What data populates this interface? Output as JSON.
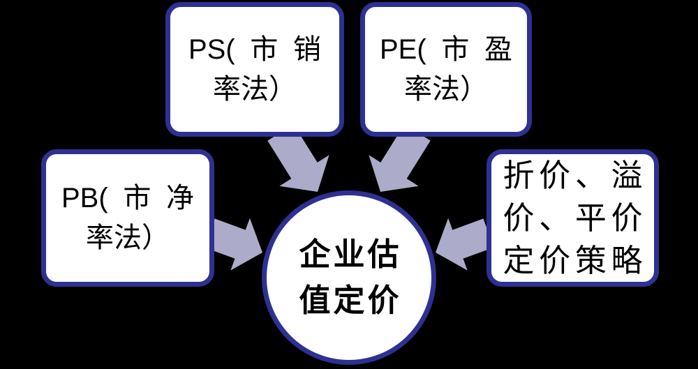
{
  "colors": {
    "background": "#000000",
    "box_fill": "#ffffff",
    "border": "#2e3192",
    "arrow_fill": "#acabc9",
    "text": "#000000"
  },
  "diagram": {
    "center": {
      "label": "企业估值定价",
      "label_lines": [
        "企业估",
        "值定价"
      ]
    },
    "nodes": [
      {
        "label": "PS(市销率法）",
        "label_lines": [
          "PS(市销",
          "率法）"
        ]
      },
      {
        "label": "PE(市盈率法）",
        "label_lines": [
          "PE(市盈",
          "率法）"
        ]
      },
      {
        "label": "PB(市净率法）",
        "label_lines": [
          "PB(市净",
          "率法）"
        ]
      },
      {
        "label": "折价、溢价、平价定价策略",
        "label_lines": [
          "折价、溢",
          "价、平价",
          "定价策略"
        ]
      }
    ],
    "connections": [
      {
        "from": "PS(市销率法）",
        "to": "企业估值定价"
      },
      {
        "from": "PE(市盈率法）",
        "to": "企业估值定价"
      },
      {
        "from": "PB(市净率法）",
        "to": "企业估值定价"
      },
      {
        "from": "折价、溢价、平价定价策略",
        "to": "企业估值定价"
      }
    ]
  }
}
